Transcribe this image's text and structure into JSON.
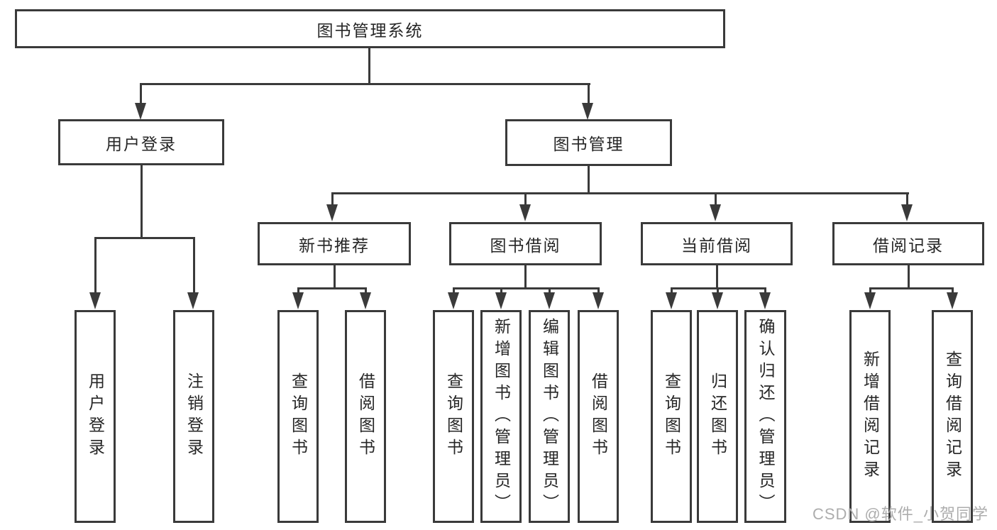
{
  "tree": {
    "label": "图书管理系统",
    "children": [
      {
        "label": "用户登录",
        "children": [
          {
            "label": "用户登录"
          },
          {
            "label": "注销登录"
          }
        ]
      },
      {
        "label": "图书管理",
        "children": [
          {
            "label": "新书推荐",
            "children": [
              {
                "label": "查询图书"
              },
              {
                "label": "借阅图书"
              }
            ]
          },
          {
            "label": "图书借阅",
            "children": [
              {
                "label": "查询图书"
              },
              {
                "label": "新增图书（管理员）"
              },
              {
                "label": "编辑图书（管理员）"
              },
              {
                "label": "借阅图书"
              }
            ]
          },
          {
            "label": "当前借阅",
            "children": [
              {
                "label": "查询图书"
              },
              {
                "label": "归还图书"
              },
              {
                "label": "确认归还（管理员）"
              }
            ]
          },
          {
            "label": "借阅记录",
            "children": [
              {
                "label": "新增借阅记录"
              },
              {
                "label": "查询借阅记录"
              }
            ]
          }
        ]
      }
    ]
  },
  "watermark": {
    "text": "CSDN @软件_小贺同学"
  },
  "colors": {
    "line": "#3a3a3a",
    "text": "#262626",
    "background": "#ffffff",
    "watermark": "#adadad"
  }
}
